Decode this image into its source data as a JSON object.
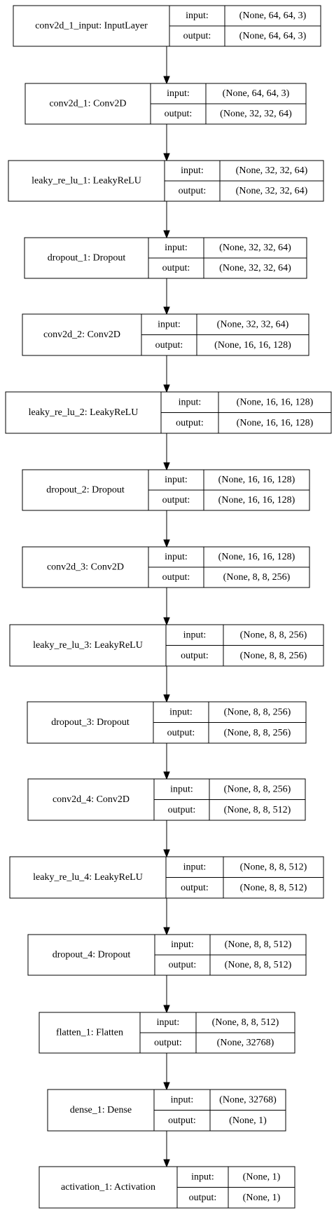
{
  "port_labels": {
    "input": "input:",
    "output": "output:"
  },
  "layers": [
    {
      "name": "conv2d_1_input: InputLayer",
      "input": "(None, 64, 64, 3)",
      "output": "(None, 64, 64, 3)"
    },
    {
      "name": "conv2d_1: Conv2D",
      "input": "(None, 64, 64, 3)",
      "output": "(None, 32, 32, 64)"
    },
    {
      "name": "leaky_re_lu_1: LeakyReLU",
      "input": "(None, 32, 32, 64)",
      "output": "(None, 32, 32, 64)"
    },
    {
      "name": "dropout_1: Dropout",
      "input": "(None, 32, 32, 64)",
      "output": "(None, 32, 32, 64)"
    },
    {
      "name": "conv2d_2: Conv2D",
      "input": "(None, 32, 32, 64)",
      "output": "(None, 16, 16, 128)"
    },
    {
      "name": "leaky_re_lu_2: LeakyReLU",
      "input": "(None, 16, 16, 128)",
      "output": "(None, 16, 16, 128)"
    },
    {
      "name": "dropout_2: Dropout",
      "input": "(None, 16, 16, 128)",
      "output": "(None, 16, 16, 128)"
    },
    {
      "name": "conv2d_3: Conv2D",
      "input": "(None, 16, 16, 128)",
      "output": "(None, 8, 8, 256)"
    },
    {
      "name": "leaky_re_lu_3: LeakyReLU",
      "input": "(None, 8, 8, 256)",
      "output": "(None, 8, 8, 256)"
    },
    {
      "name": "dropout_3: Dropout",
      "input": "(None, 8, 8, 256)",
      "output": "(None, 8, 8, 256)"
    },
    {
      "name": "conv2d_4: Conv2D",
      "input": "(None, 8, 8, 256)",
      "output": "(None, 8, 8, 512)"
    },
    {
      "name": "leaky_re_lu_4: LeakyReLU",
      "input": "(None, 8, 8, 512)",
      "output": "(None, 8, 8, 512)"
    },
    {
      "name": "dropout_4: Dropout",
      "input": "(None, 8, 8, 512)",
      "output": "(None, 8, 8, 512)"
    },
    {
      "name": "flatten_1: Flatten",
      "input": "(None, 8, 8, 512)",
      "output": "(None, 32768)"
    },
    {
      "name": "dense_1: Dense",
      "input": "(None, 32768)",
      "output": "(None, 1)"
    },
    {
      "name": "activation_1: Activation",
      "input": "(None, 1)",
      "output": "(None, 1)"
    }
  ]
}
